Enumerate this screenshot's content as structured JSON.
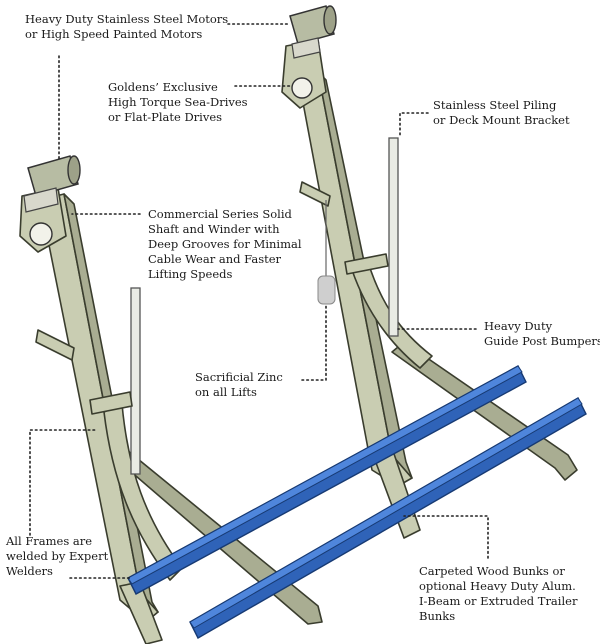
{
  "callouts": [
    {
      "id": "motors",
      "lines": [
        "Heavy Duty Stainless Steel Motors",
        "or High Speed Painted Motors"
      ]
    },
    {
      "id": "drives",
      "lines": [
        "Goldens’ Exclusive",
        "High Torque Sea-Drives",
        "or  Flat-Plate Drives"
      ]
    },
    {
      "id": "piling",
      "lines": [
        "Stainless Steel Piling",
        "or Deck Mount Bracket"
      ]
    },
    {
      "id": "shaft",
      "lines": [
        "Commercial Series Solid",
        "Shaft and Winder with",
        "Deep Grooves for Minimal",
        "Cable Wear and Faster",
        "Lifting Speeds"
      ]
    },
    {
      "id": "bumpers",
      "lines": [
        "Heavy Duty",
        "Guide Post Bumpers"
      ]
    },
    {
      "id": "zinc",
      "lines": [
        "Sacrificial Zinc",
        "on all Lifts"
      ]
    },
    {
      "id": "frames",
      "lines": [
        "All Frames are",
        "welded by Expert",
        "Welders"
      ]
    },
    {
      "id": "bunks",
      "lines": [
        "Carpeted Wood Bunks or",
        "optional Heavy Duty Alum.",
        "I-Beam or Extruded Trailer",
        " Bunks"
      ]
    }
  ],
  "colors": {
    "frame": "#c9cdb2",
    "bunk": "#2f63b8",
    "leader": "#222222"
  }
}
